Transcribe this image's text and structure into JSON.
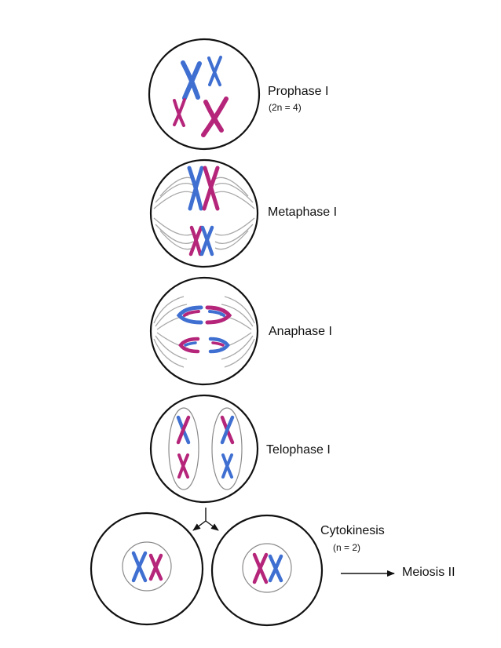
{
  "colors": {
    "chromosome_blue": "#3f6fd1",
    "chromosome_magenta": "#b5257a",
    "cell_outline": "#111111",
    "spindle": "#a8a8a8"
  },
  "stages": {
    "prophase": {
      "label": "Prophase I",
      "ploidy": "(2n = 4)"
    },
    "metaphase": {
      "label": "Metaphase I"
    },
    "anaphase": {
      "label": "Anaphase I"
    },
    "telophase": {
      "label": "Telophase I"
    },
    "cytokinesis": {
      "label": "Cytokinesis",
      "ploidy": "(n = 2)"
    },
    "next": {
      "label": "Meiosis II"
    }
  }
}
